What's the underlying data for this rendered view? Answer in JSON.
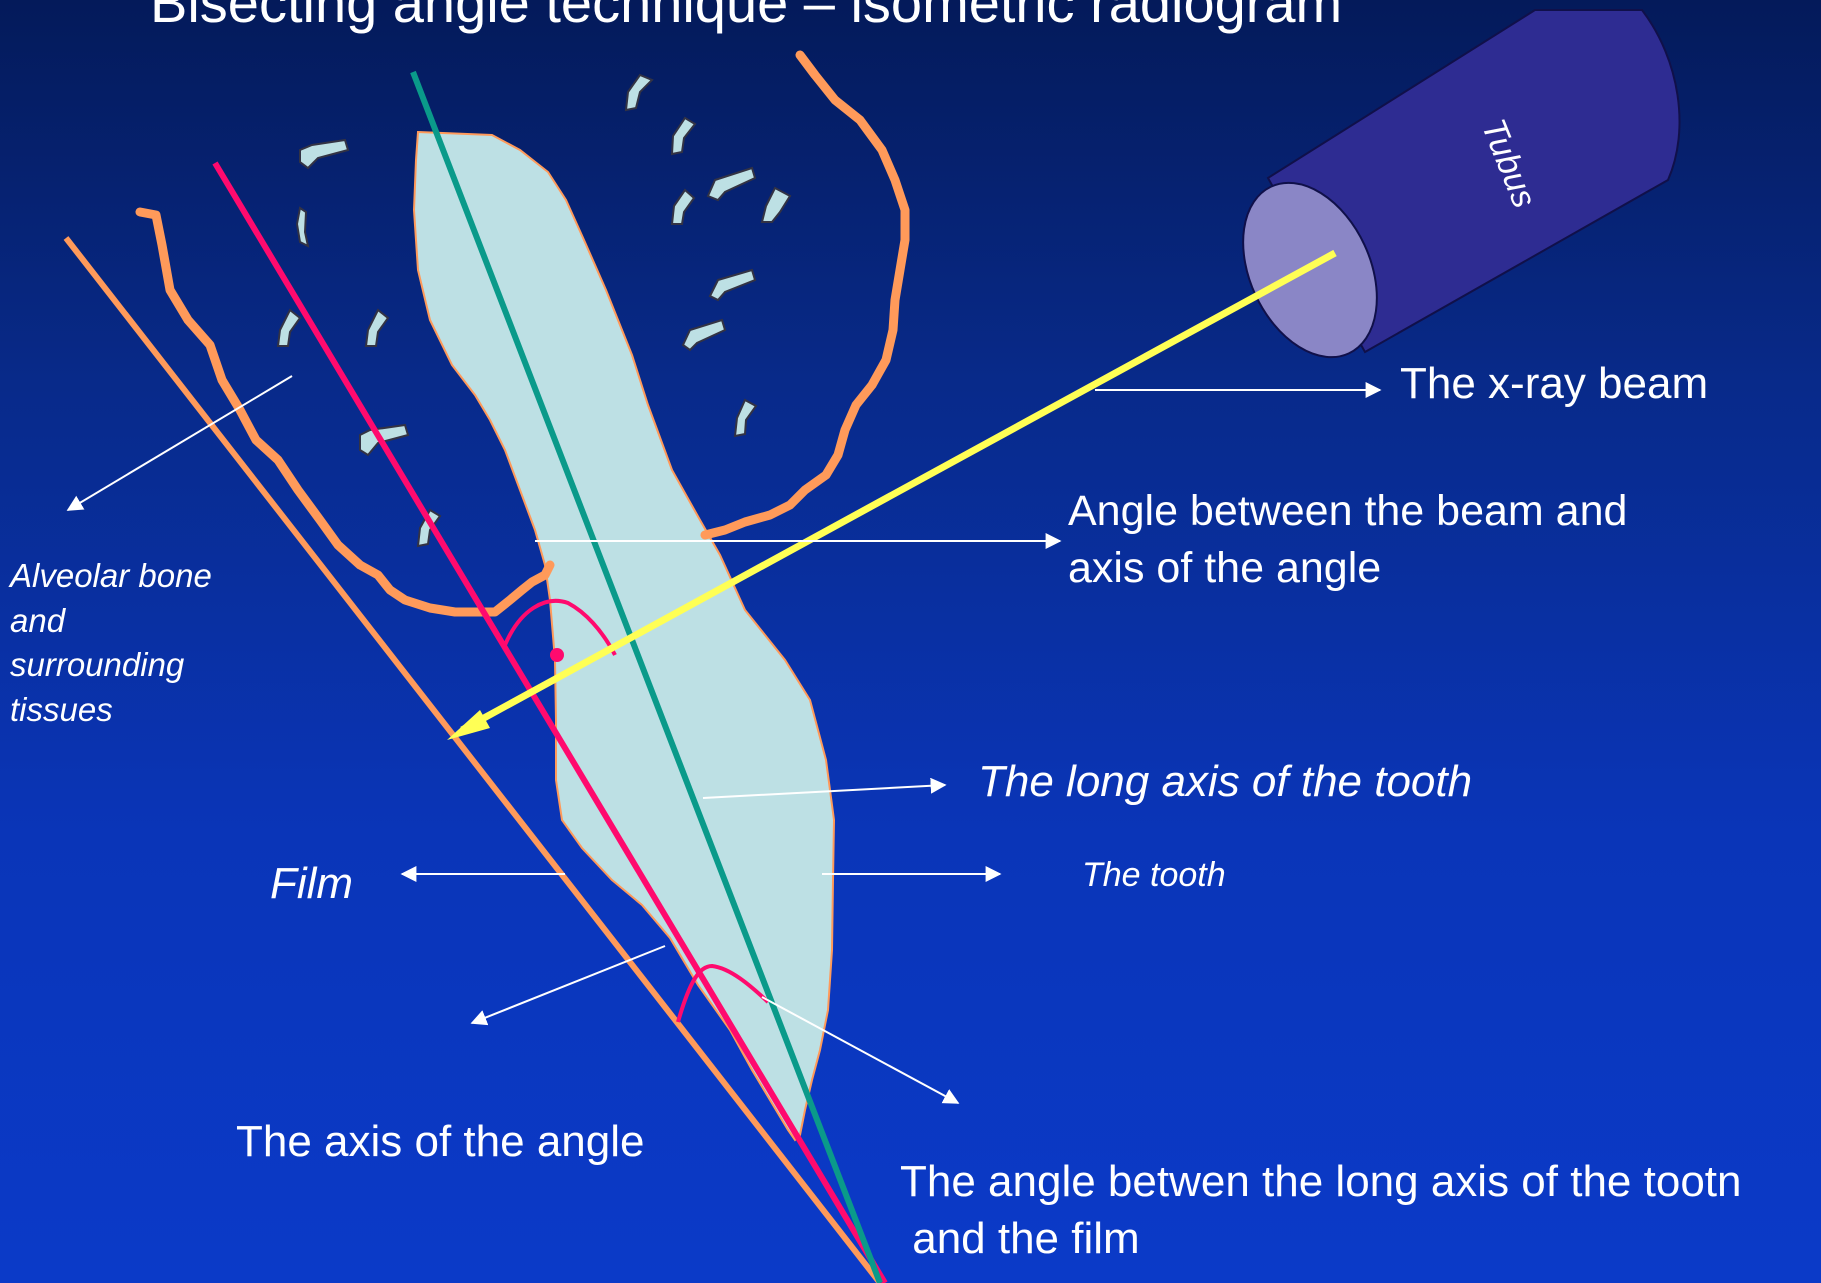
{
  "title": "Bisecting angle technique – isometric radiogram",
  "labels": {
    "tubus": "Tubus",
    "xray_beam": "The x-ray beam",
    "angle_beam_axis": "Angle between the beam and\naxis of the angle",
    "long_axis": "The long axis of the tooth",
    "film": "Film",
    "tooth": "The tooth",
    "alveolar": "Alveolar bone\nand\nsurrounding\ntissues",
    "axis_of_angle": "The axis of the angle",
    "angle_tooth_film": "The angle betwen the long axis of the tootn\n and the film"
  },
  "colors": {
    "background_top": "#041a5a",
    "background_bottom": "#0b3ac8",
    "tooth_fill": "#bde0e4",
    "gum_line": "#ff9a5a",
    "film_line": "#ff9a5a",
    "bisector_line": "#ff0a6e",
    "long_axis_line": "#0a9a8a",
    "beam_line": "#ffff55",
    "tube_body": "#2e2c92",
    "tube_face": "#8a86c6",
    "marks": "#bde0e4"
  }
}
